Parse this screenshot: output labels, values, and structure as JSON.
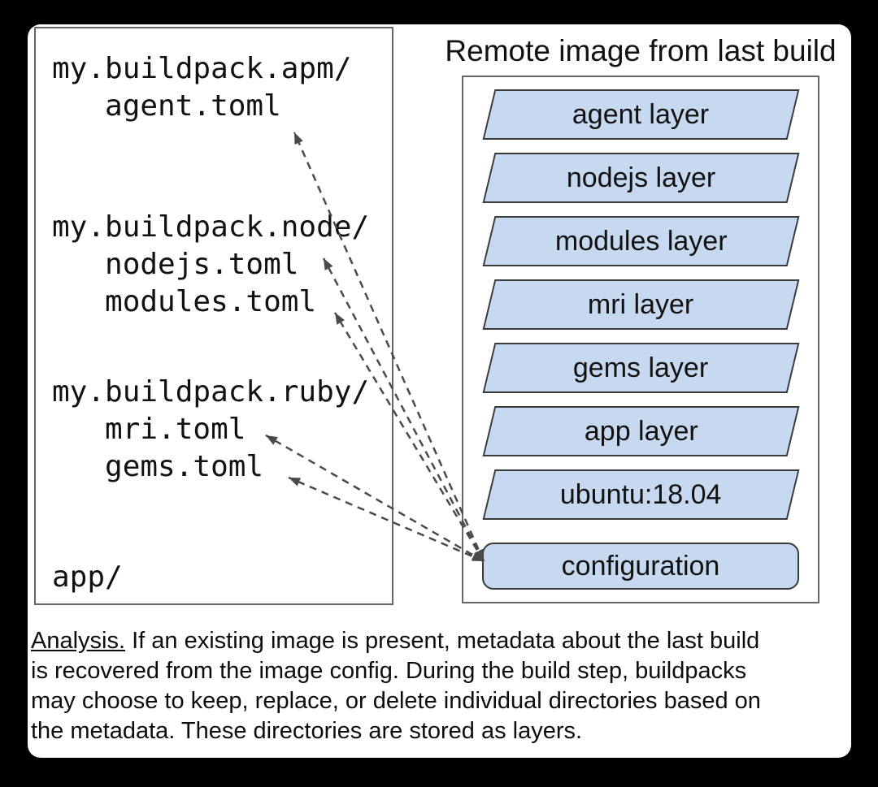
{
  "file_tree": {
    "groups": [
      {
        "lines": [
          "my.buildpack.apm/",
          "   agent.toml"
        ]
      },
      {
        "lines": [
          "my.buildpack.node/",
          "   nodejs.toml",
          "   modules.toml"
        ]
      },
      {
        "lines": [
          "my.buildpack.ruby/",
          "   mri.toml",
          "   gems.toml"
        ]
      },
      {
        "lines": [
          "app/"
        ]
      }
    ]
  },
  "remote_image": {
    "title": "Remote image from last build",
    "layers": [
      {
        "label": "agent layer",
        "shape": "parallelogram"
      },
      {
        "label": "nodejs layer",
        "shape": "parallelogram"
      },
      {
        "label": "modules layer",
        "shape": "parallelogram"
      },
      {
        "label": "mri layer",
        "shape": "parallelogram"
      },
      {
        "label": "gems layer",
        "shape": "parallelogram"
      },
      {
        "label": "app layer",
        "shape": "parallelogram"
      },
      {
        "label": "ubuntu:18.04",
        "shape": "parallelogram"
      },
      {
        "label": "configuration",
        "shape": "rounded-rect"
      }
    ]
  },
  "arrows": [
    {
      "from": "configuration",
      "to": "agent.toml"
    },
    {
      "from": "configuration",
      "to": "nodejs.toml"
    },
    {
      "from": "configuration",
      "to": "modules.toml"
    },
    {
      "from": "configuration",
      "to": "mri.toml"
    },
    {
      "from": "configuration",
      "to": "gems.toml"
    }
  ],
  "analysis": {
    "label": "Analysis.",
    "lines": [
      "If an existing image is present, metadata about the last build",
      "is recovered from the image config. During the build step, buildpacks",
      "may choose to keep, replace, or delete individual directories based on",
      "the metadata. These directories are stored as layers."
    ]
  },
  "colors": {
    "background": "#000000",
    "card": "#ffffff",
    "layer_fill": "#c7d9f0",
    "layer_border": "#3a3a3a",
    "panel_border": "#666666",
    "arrow": "#4a4a4a",
    "text": "#111111"
  }
}
